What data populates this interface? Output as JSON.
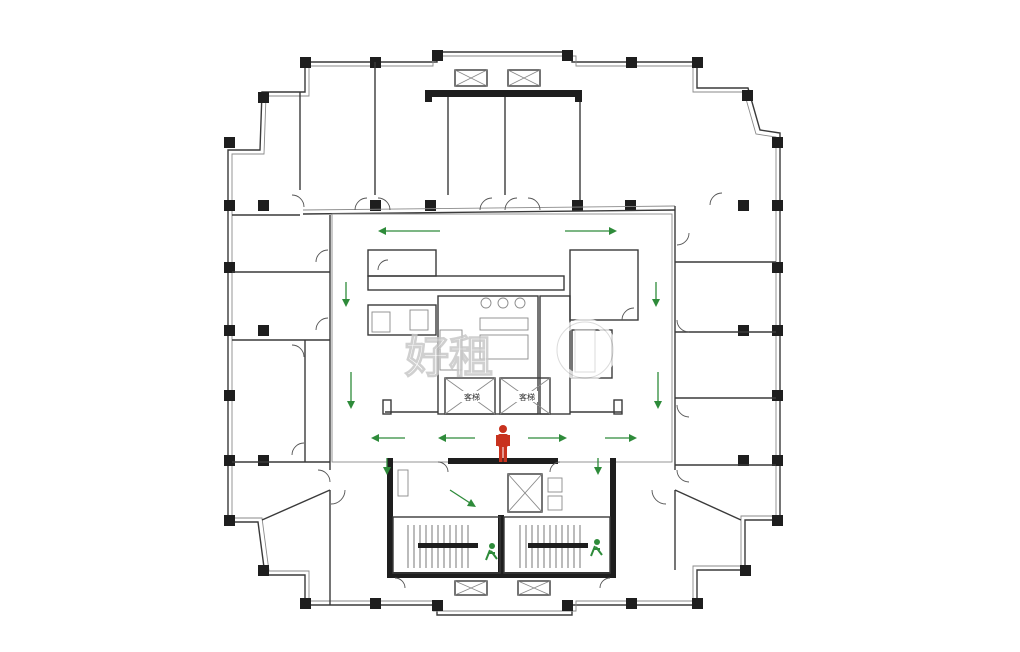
{
  "watermark": {
    "text": "好租"
  },
  "elevators": [
    {
      "label": "客梯"
    },
    {
      "label": "客梯"
    }
  ],
  "colors": {
    "person": "#c8321e",
    "exit": "#2e8b3a",
    "arrow": "#2e8b3a"
  },
  "icons": {
    "person": "person-icon",
    "exit": "emergency-exit-icon",
    "logo": "watermark-logo-icon"
  }
}
